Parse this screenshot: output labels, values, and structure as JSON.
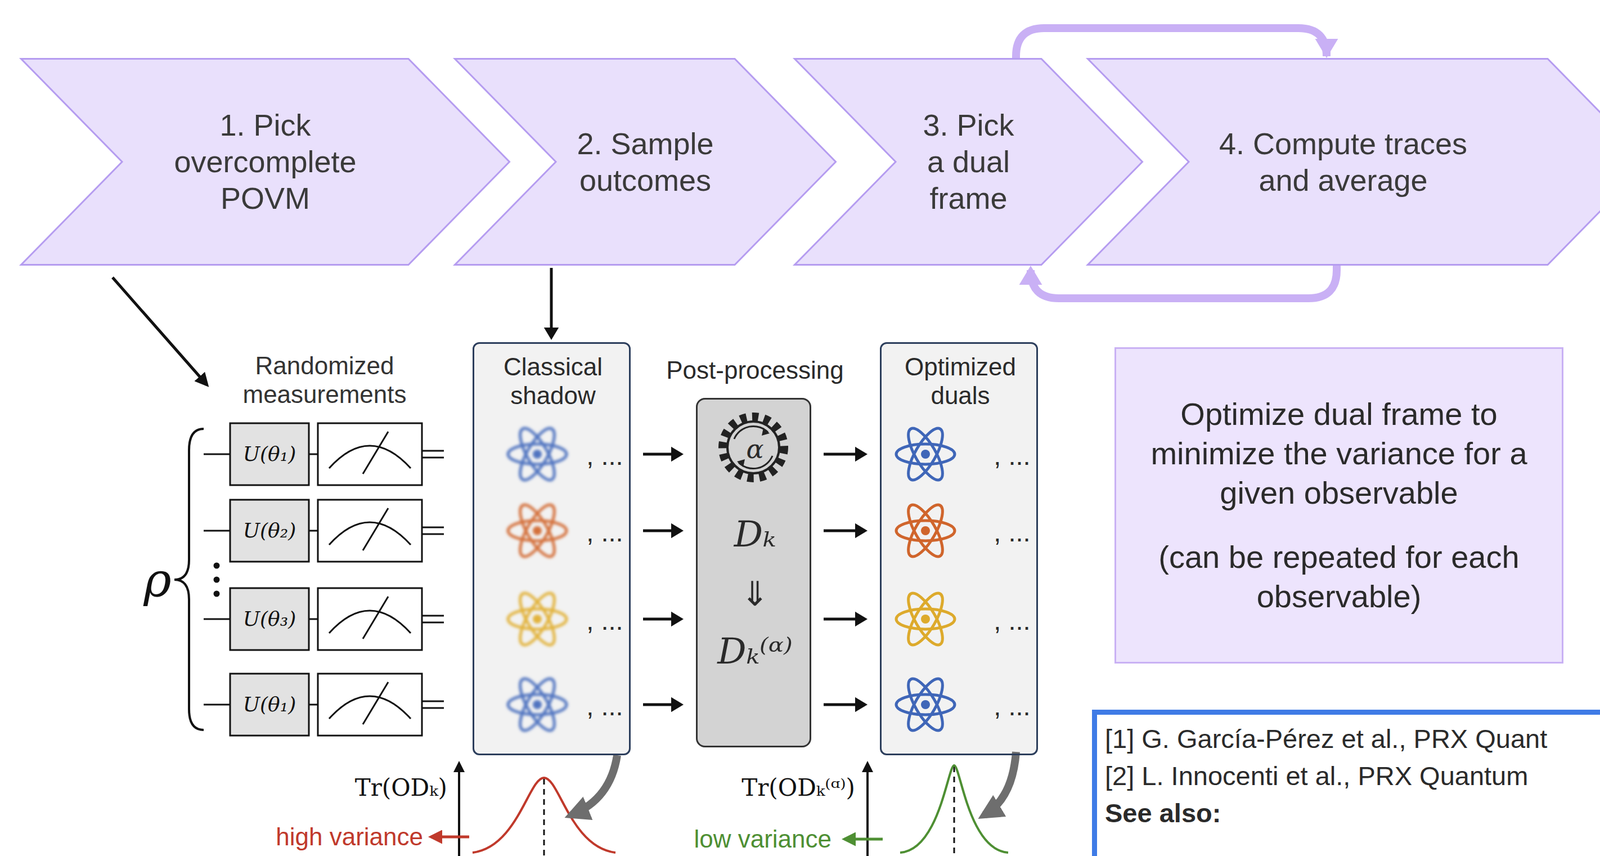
{
  "diagram": {
    "nodes": [
      {
        "text": [
          "1. Pick overcomplete POVM"
        ]
      },
      {
        "text": [
          "2. Sample outcomes"
        ]
      },
      {
        "text": [
          "3. Pick a dual frame"
        ]
      },
      {
        "text": [
          "4. Compute traces and average"
        ]
      },
      {
        "text": [
          "Classical shadow",
          ", ...",
          ", ...",
          ", ...",
          ", ..."
        ]
      },
      {
        "text": [
          "Post-processing",
          "α",
          "Dₖ",
          "⇓",
          "Dₖ⁽ᵅ⁾"
        ]
      },
      {
        "text": [
          "Optimized duals",
          ", ...",
          ", ...",
          ", ...",
          ", ..."
        ]
      },
      {
        "text": [
          "Optimize dual frame to minimize the variance for a given observable",
          "(can be repeated for each observable)"
        ]
      },
      {
        "text": [
          "[1] G. García-Pérez et al., PRX Quant",
          "[2] L. Innocenti et al., PRX Quantum",
          "See also:"
        ]
      }
    ],
    "edges": [
      {
        "from": 1,
        "to": 4,
        "arrow": "to"
      },
      {
        "from": 4,
        "to": 5,
        "arrow": "to"
      },
      {
        "from": 4,
        "to": 5,
        "arrow": "to"
      },
      {
        "from": 4,
        "to": 5,
        "arrow": "to"
      },
      {
        "from": 4,
        "to": 5,
        "arrow": "to"
      },
      {
        "from": 5,
        "to": 6,
        "arrow": "to"
      },
      {
        "from": 5,
        "to": 6,
        "arrow": "to"
      },
      {
        "from": 5,
        "to": 6,
        "arrow": "to"
      },
      {
        "from": 5,
        "to": 6,
        "arrow": "to"
      },
      {
        "from": 2,
        "to": 3,
        "arrow": "to"
      },
      {
        "from": 3,
        "to": 2,
        "arrow": "to"
      }
    ],
    "labels": [
      "Randomized measurements",
      "ρ",
      "U(θ₁)",
      "U(θ₂)",
      "U(θ₃)",
      "U(θ₁)",
      "Tr(ODₖ)",
      "high variance",
      "Tr(ODₖ⁽ᵅ⁾)",
      "low variance"
    ]
  }
}
